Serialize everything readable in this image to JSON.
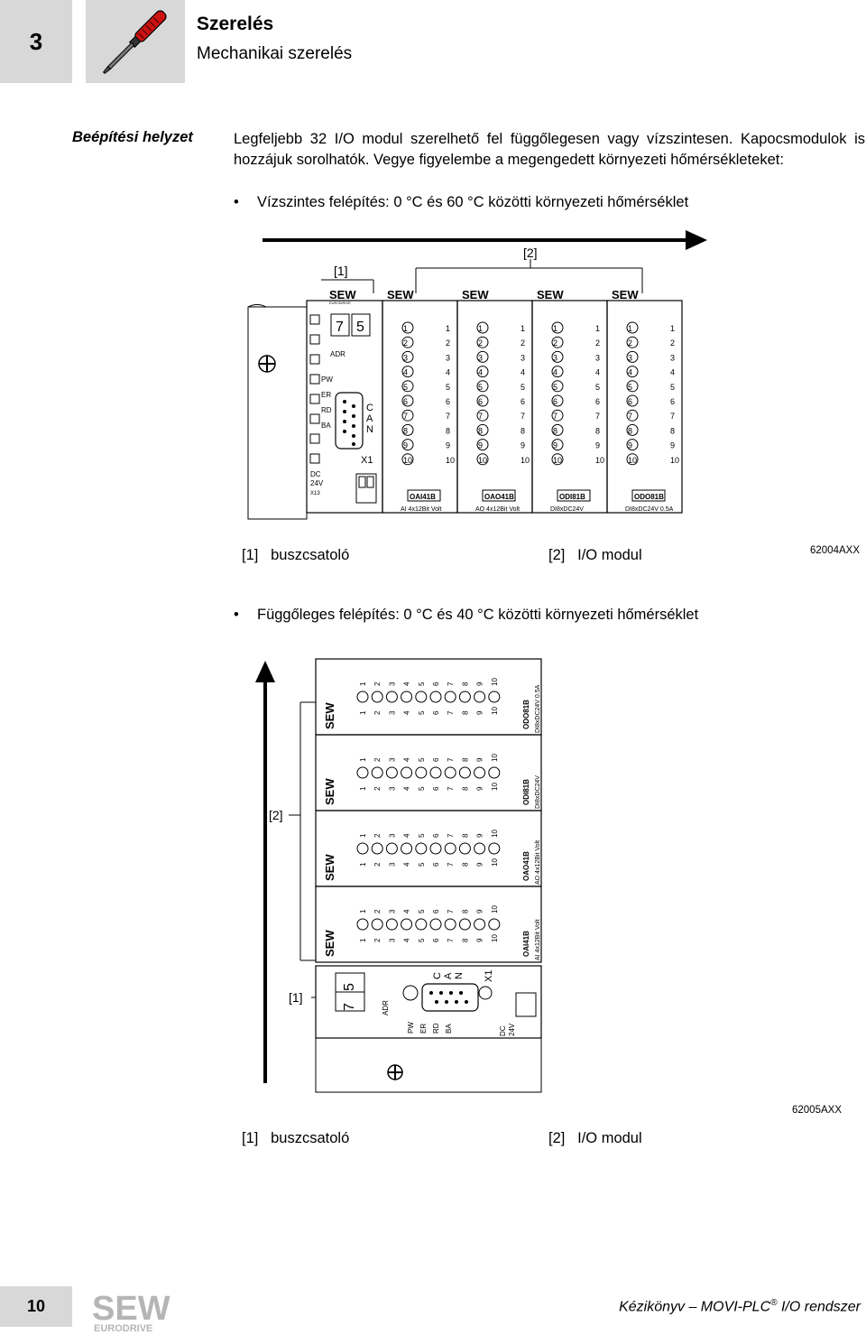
{
  "header": {
    "chapter_number": "3",
    "title": "Szerelés",
    "subtitle": "Mechanikai szerelés"
  },
  "section": {
    "side_label": "Beépítési helyzet",
    "paragraph": "Legfeljebb 32 I/O modul szerelhető fel függőlegesen vagy vízszintesen. Kapocsmodulok is hozzájuk sorolhatók. Vegye figyelembe a megengedett környezeti hőmérsékleteket:",
    "bullet1": "Vízszintes felépítés: 0 °C és 60 °C közötti környezeti hőmérséklet",
    "bullet2": "Függőleges felépítés: 0 °C és 40 °C közötti környezeti hőmérséklet"
  },
  "figure1": {
    "callout1": "[1]",
    "callout2": "[2]",
    "figure_id": "62004AXX",
    "legend": [
      {
        "key": "[1]",
        "text": "buszcsatoló"
      },
      {
        "key": "[2]",
        "text": "I/O modul"
      }
    ],
    "coupler": {
      "brand": "SEW",
      "brand_sub": "EURODRIVE",
      "addr_digits": [
        "7",
        "5"
      ],
      "adr_label": "ADR",
      "leds": [
        "PW",
        "ER",
        "RD",
        "BA"
      ],
      "can_letters": [
        "C",
        "A",
        "N"
      ],
      "x1_label": "X1",
      "dc_label": "DC",
      "v24_label": "24V",
      "x13_label": "X13"
    },
    "modules": [
      {
        "name": "OAI41B",
        "desc": "AI 4x12Bit Volt"
      },
      {
        "name": "OAO41B",
        "desc": "AO 4x12Bit Volt"
      },
      {
        "name": "ODI81B",
        "desc": "DI8xDC24V"
      },
      {
        "name": "ODO81B",
        "desc": "DI8xDC24V 0.5A"
      }
    ],
    "terminals": [
      "1",
      "2",
      "3",
      "4",
      "5",
      "6",
      "7",
      "8",
      "9",
      "10"
    ]
  },
  "figure2": {
    "callout1": "[1]",
    "callout2": "[2]",
    "figure_id": "62005AXX",
    "legend": [
      {
        "key": "[1]",
        "text": "buszcsatoló"
      },
      {
        "key": "[2]",
        "text": "I/O modul"
      }
    ]
  },
  "footer": {
    "page_number": "10",
    "brand": "SEW",
    "brand_sub": "EURODRIVE",
    "manual_prefix": "Kézikönyv – MOVI-PLC",
    "reg_mark": "®",
    "manual_suffix": "I/O rendszer"
  },
  "colors": {
    "header_gray": "#d8d8d8",
    "logo_gray": "#b5b5b5"
  }
}
